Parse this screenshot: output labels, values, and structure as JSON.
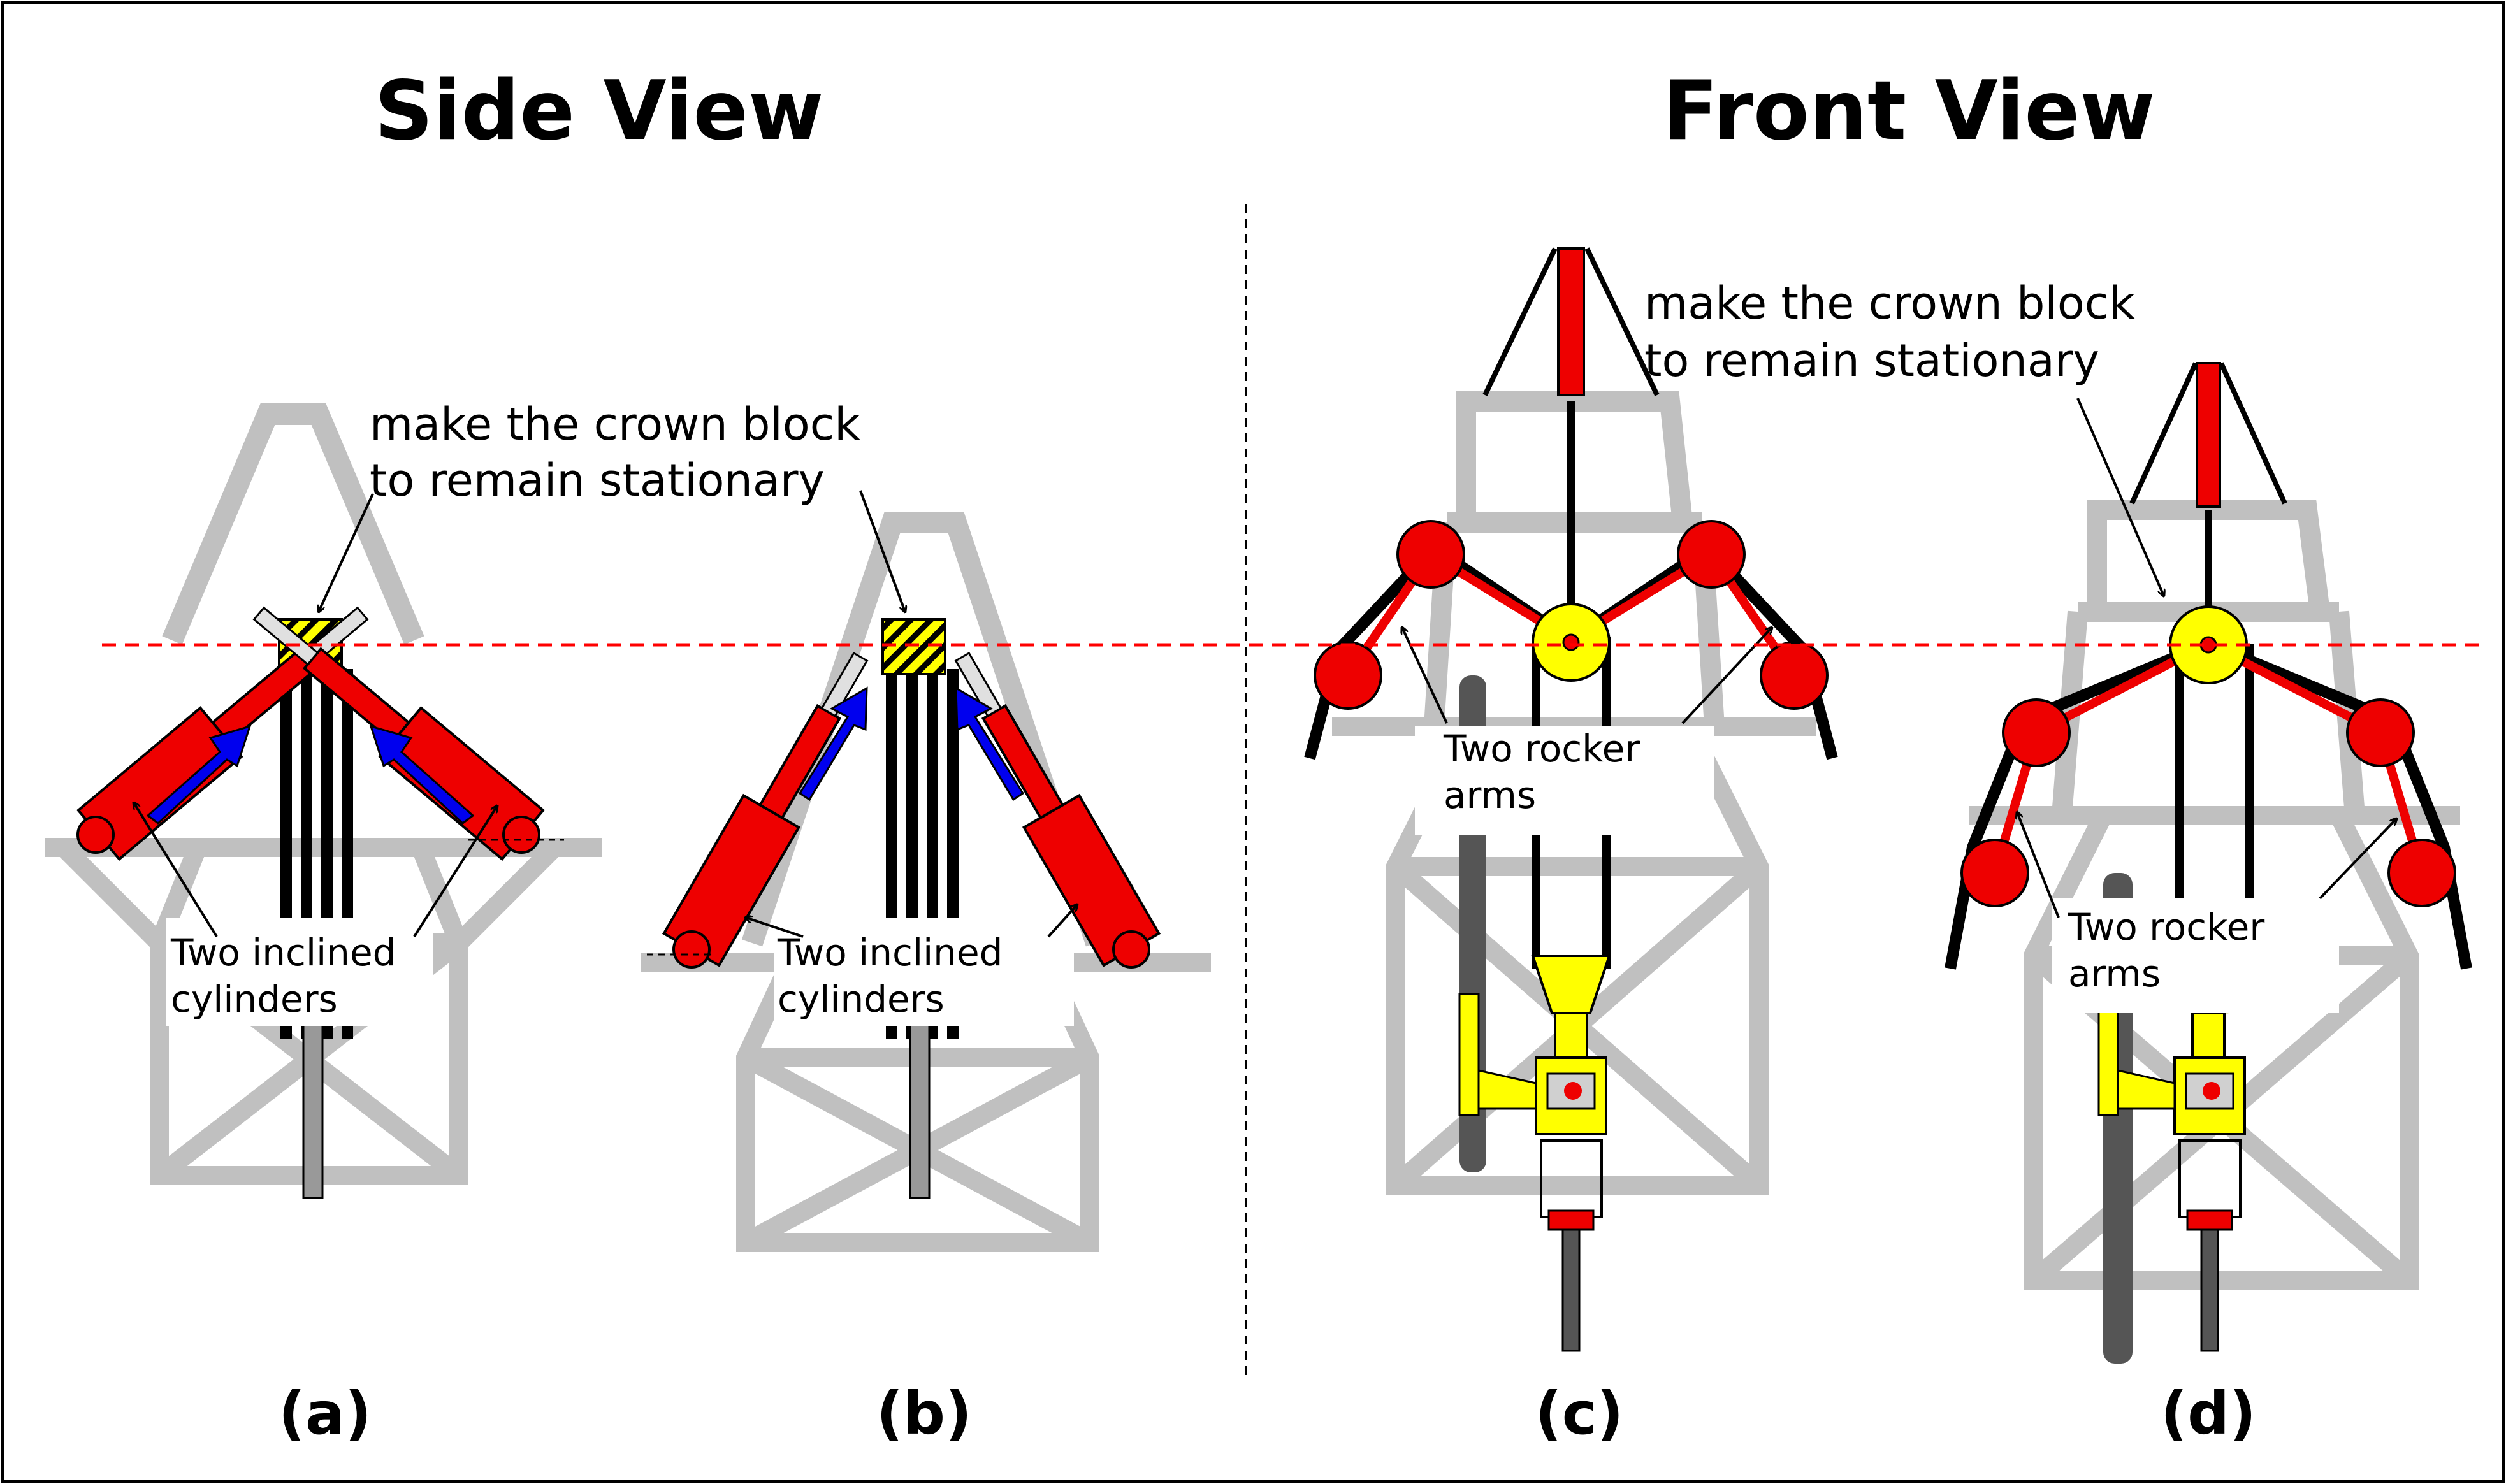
{
  "titles": {
    "side": "Side View",
    "front": "Front View"
  },
  "notes": {
    "crown_line1": "make the crown block",
    "crown_line2": "to remain stationary"
  },
  "labels": {
    "cyl_line1": "Two inclined",
    "cyl_line2": "cylinders",
    "rocker_line1": "Two rocker",
    "rocker_line2": "arms"
  },
  "panels": {
    "a": "(a)",
    "b": "(b)",
    "c": "(c)",
    "d": "(d)"
  },
  "colors": {
    "cylinder": "#ee0000",
    "arrow": "#0000ee",
    "crown": "#ffff00",
    "tower": "#c0c0c0",
    "reference_line": "#ff0000",
    "pipe": "#555555"
  }
}
